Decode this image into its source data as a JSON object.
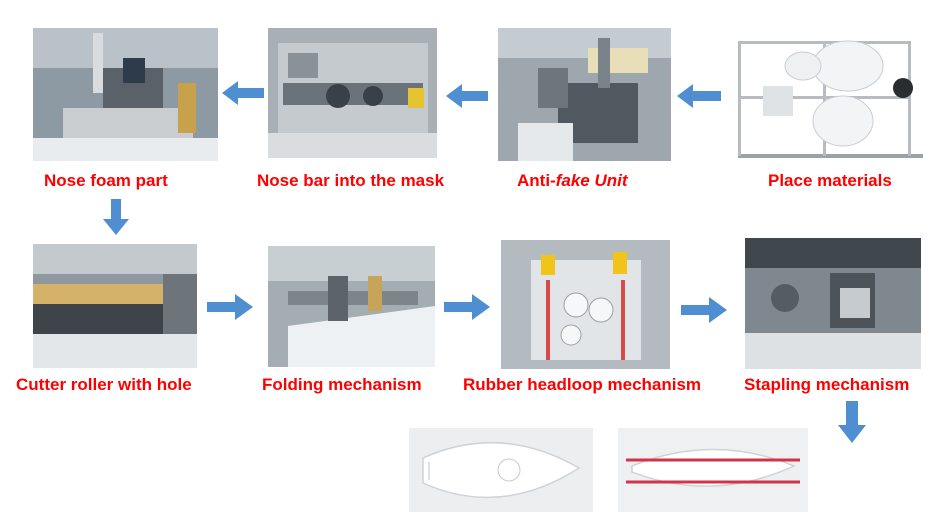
{
  "colors": {
    "caption": "#ff0000",
    "arrow": "#4f8fd1"
  },
  "steps": {
    "nose_foam": "Nose foam part",
    "nose_bar": "Nose bar into the mask",
    "anti_fake_prefix": "Anti-",
    "anti_fake_italic": "fake Unit",
    "place_materials": "Place materials",
    "cutter_roller": "Cutter roller with hole",
    "folding": "Folding mechanism",
    "rubber_headloop": "Rubber headloop mechanism",
    "stapling": "Stapling mechanism"
  },
  "arrows": {
    "row1": "left-arrow-icon",
    "down": "down-arrow-icon",
    "row2": "right-arrow-icon"
  }
}
